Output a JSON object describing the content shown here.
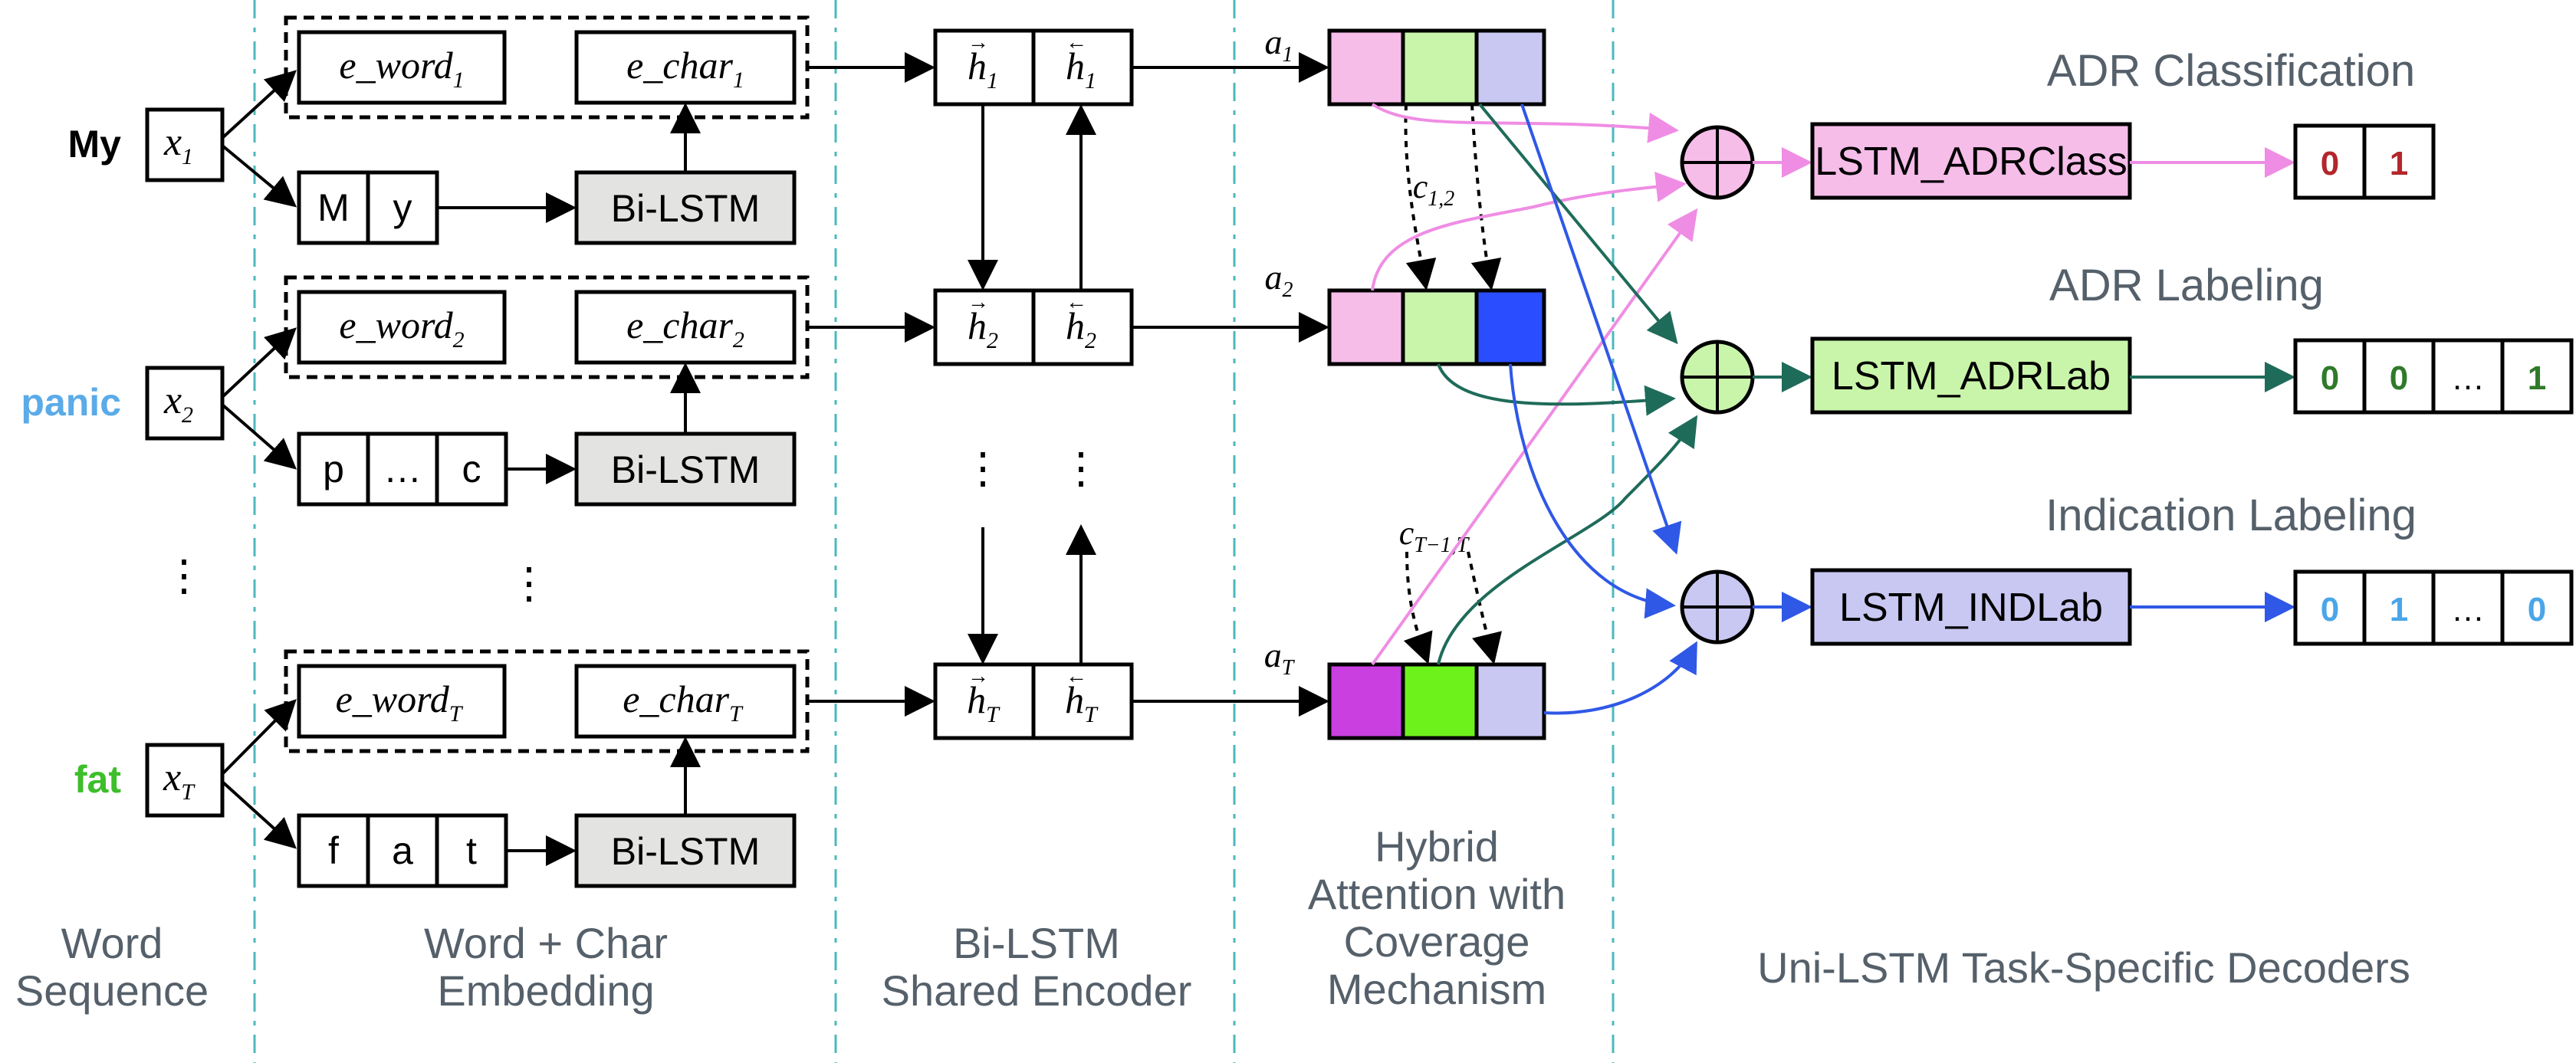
{
  "words": {
    "w1": "My",
    "w2": "panic",
    "w3": "fat",
    "vdots": "⋮",
    "w1_color": "#000000",
    "w2_color": "#5aabe8",
    "w3_color": "#3dbe2a"
  },
  "inputs": {
    "x": "x",
    "sub1": "1",
    "sub2": "2",
    "subT": "T"
  },
  "embedding": {
    "e_word": "e_word",
    "e_char": "e_char",
    "sub1": "1",
    "sub2": "2",
    "subT": "T",
    "chars1": [
      "M",
      "y"
    ],
    "chars2": [
      "p",
      "…",
      "c"
    ],
    "chars3": [
      "f",
      "a",
      "t"
    ],
    "bilstm": "Bi-LSTM"
  },
  "encoder": {
    "h": "h",
    "sub1": "1",
    "sub2": "2",
    "subT": "T"
  },
  "attention": {
    "a": "a",
    "c": "c",
    "sub1": "1",
    "sub2": "2",
    "subT": "T",
    "c12": "1,2",
    "cT": "T−1,T",
    "colors": {
      "pink": "#f6bde9",
      "green": "#c9f5aa",
      "lavender": "#c8c8f2",
      "blue": "#2a4eff",
      "magenta": "#c93fe0",
      "lime": "#6ef21c"
    }
  },
  "decoders": {
    "adr_class": {
      "title": "ADR Classification",
      "name": "LSTM_ADRClass",
      "outputs": [
        "0",
        "1"
      ],
      "fill": "#f6bde9",
      "out_color": "#b3262b"
    },
    "adr_label": {
      "title": "ADR Labeling",
      "name": "LSTM_ADRLab",
      "outputs": [
        "0",
        "0",
        "…",
        "1"
      ],
      "fill": "#c9f5aa",
      "out_color": "#2f7a2a"
    },
    "ind_label": {
      "title": "Indication Labeling",
      "name": "LSTM_INDLab",
      "outputs": [
        "0",
        "1",
        "…",
        "0"
      ],
      "fill": "#c8c8f2",
      "out_color": "#4ba6e8"
    },
    "arrow_colors": {
      "pink": "#ef8de4",
      "teal": "#1f6b5a",
      "blue": "#2f58e6"
    }
  },
  "captions": {
    "c1a": "Word",
    "c1b": "Sequence",
    "c2a": "Word + Char",
    "c2b": "Embedding",
    "c3a": "Bi-LSTM",
    "c3b": "Shared Encoder",
    "c4a": "Hybrid",
    "c4b": "Attention with",
    "c4c": "Coverage",
    "c4d": "Mechanism",
    "c5": "Uni-LSTM Task-Specific Decoders"
  }
}
